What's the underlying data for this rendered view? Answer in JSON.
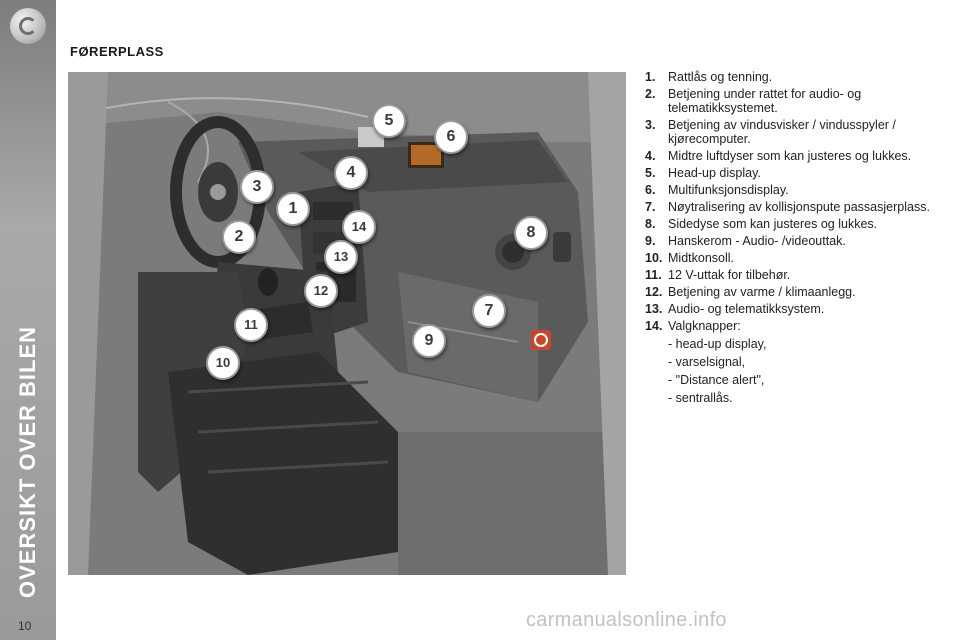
{
  "sidebar": {
    "vertical_title": "OVERSIKT OVER BILEN",
    "page_number": "10",
    "logo_icon": "brand-circle-logo"
  },
  "section": {
    "title": "FØRERPLASS"
  },
  "illustration": {
    "callouts": [
      "1",
      "2",
      "3",
      "4",
      "5",
      "6",
      "7",
      "8",
      "9",
      "10",
      "11",
      "12",
      "13",
      "14"
    ]
  },
  "items": [
    {
      "num": "1.",
      "text": "Rattlås og tenning."
    },
    {
      "num": "2.",
      "text": "Betjening under rattet for audio- og telematikksystemet."
    },
    {
      "num": "3.",
      "text": "Betjening av vindusvisker / vindusspyler / kjørecomputer."
    },
    {
      "num": "4.",
      "text": "Midtre luftdyser som kan justeres og lukkes."
    },
    {
      "num": "5.",
      "text": "Head-up display."
    },
    {
      "num": "6.",
      "text": "Multifunksjonsdisplay."
    },
    {
      "num": "7.",
      "text": "Nøytralisering av kollisjonspute passasjerplass."
    },
    {
      "num": "8.",
      "text": "Sidedyse som kan justeres og lukkes."
    },
    {
      "num": "9.",
      "text": "Hanskerom - Audio- /videouttak."
    },
    {
      "num": "10.",
      "text": "Midtkonsoll."
    },
    {
      "num": "11.",
      "text": "12 V-uttak for tilbehør."
    },
    {
      "num": "12.",
      "text": "Betjening av varme / klimaanlegg."
    },
    {
      "num": "13.",
      "text": "Audio- og telematikksystem."
    },
    {
      "num": "14.",
      "text": "Valgknapper:"
    }
  ],
  "sub_items": [
    "- head-up display,",
    "- varselsignal,",
    "- \"Distance alert\",",
    "- sentrallås."
  ],
  "watermark": "carmanualsonline.info",
  "colors": {
    "sidebar": "#9a9a9a",
    "illustration_bg": "#7f7f7f",
    "airbag_switch": "#c8452e"
  }
}
